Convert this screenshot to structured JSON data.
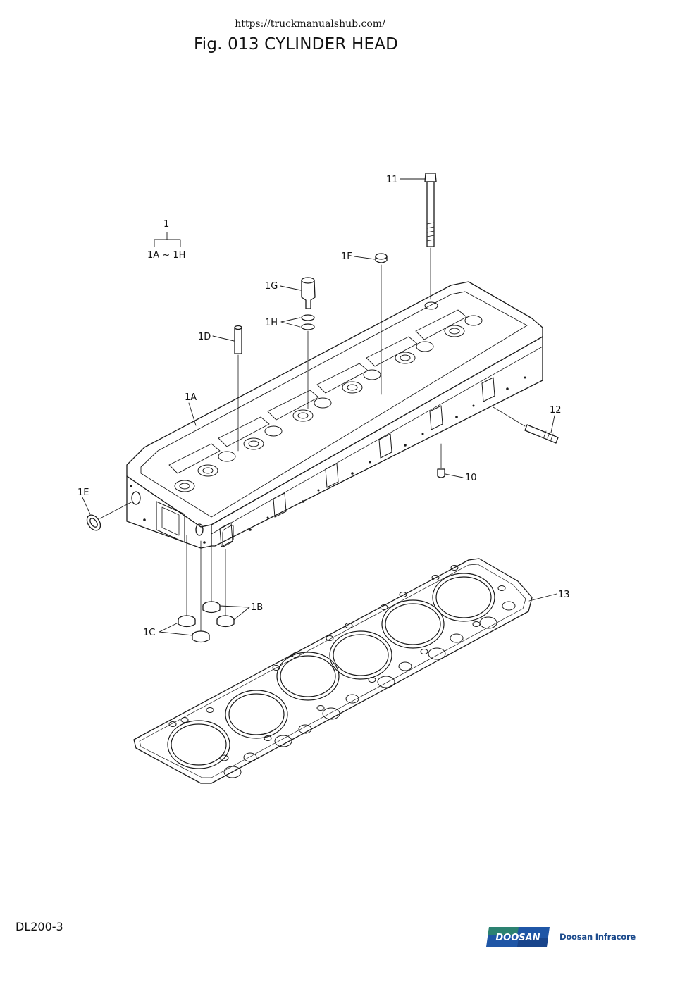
{
  "header": {
    "url": "https://truckmanualshub.com/",
    "title": "Fig. 013 CYLINDER HEAD"
  },
  "footer": {
    "model": "DL200-3",
    "logo_text": "DOOSAN",
    "brand": "Doosan Infracore"
  },
  "colors": {
    "line": "#1a1a1a",
    "logo_blue": "#1f56a6",
    "logo_green": "#36a845",
    "logo_dark": "#14387a"
  },
  "callouts": {
    "c1": "1",
    "c1_range": "1A ~ 1H",
    "c11": "11",
    "c1F": "1F",
    "c1G": "1G",
    "c1H": "1H",
    "c1D": "1D",
    "c1A": "1A",
    "c12": "12",
    "c10": "10",
    "c1E": "1E",
    "c13": "13",
    "c1B": "1B",
    "c1C": "1C"
  }
}
